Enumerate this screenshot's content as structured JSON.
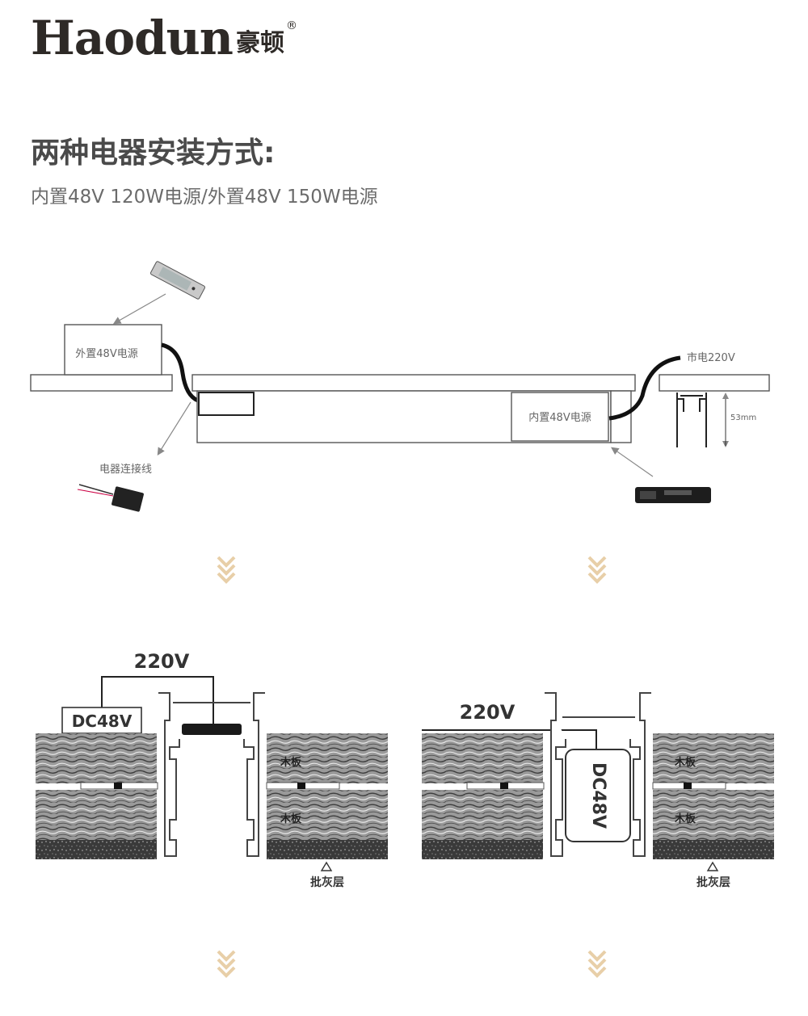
{
  "brand": {
    "name_en": "Haodun",
    "name_cn": "豪顿",
    "reg": "®"
  },
  "heading": "两种电器安装方式:",
  "subheading": "内置48V 120W电源/外置48V 150W电源",
  "top_diagram": {
    "external_psu_label": "外置48V电源",
    "internal_psu_label": "内置48V电源",
    "mains_label": "市电220V",
    "connector_cable_label": "电器连接线",
    "height_label": "53mm"
  },
  "bottom_left": {
    "voltage_label": "220V",
    "dc_label": "DC48V",
    "wood_upper": "木板",
    "wood_lower": "木板",
    "putty_label": "批灰层"
  },
  "bottom_right": {
    "voltage_label": "220V",
    "dc_label": "DC48V",
    "wood_upper": "木板",
    "wood_lower": "木板",
    "putty_label": "批灰层"
  },
  "colors": {
    "accent_chevron": "#e8cfa8",
    "line": "#333333",
    "wood": "#8a8a8a"
  }
}
